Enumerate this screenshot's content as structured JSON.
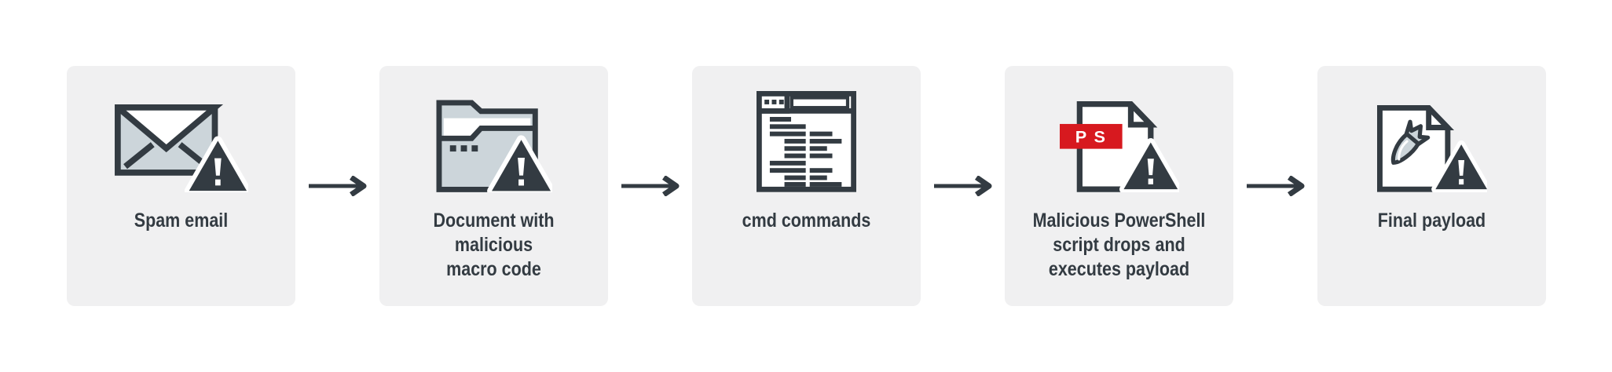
{
  "diagram": {
    "steps": [
      {
        "id": "spam-email",
        "label": "Spam email"
      },
      {
        "id": "malicious-document",
        "label": "Document with malicious\nmacro code"
      },
      {
        "id": "cmd-commands",
        "label": "cmd commands"
      },
      {
        "id": "powershell-script",
        "label": "Malicious PowerShell\nscript drops and\nexecutes payload"
      },
      {
        "id": "final-payload",
        "label": "Final payload"
      }
    ],
    "ps_badge": "P S",
    "icons": [
      "spam-email-envelope-icon",
      "malicious-document-folder-icon",
      "cmd-window-icon",
      "powershell-file-icon",
      "payload-bomb-file-icon"
    ],
    "colors": {
      "ink": "#333b42",
      "card_bg": "#f0f0f1",
      "light_fill": "#ccd5da",
      "alert_red": "#d7191f",
      "paper": "#ffffff"
    }
  }
}
